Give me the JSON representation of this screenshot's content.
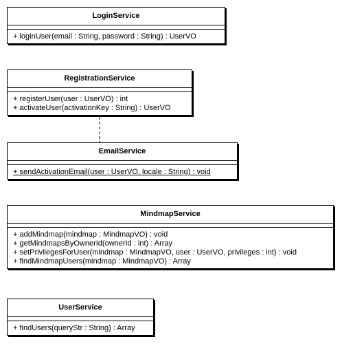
{
  "classes": {
    "login": {
      "name": "LoginService",
      "operations": [
        "+ loginUser(email : String, password : String) : UserVO"
      ]
    },
    "registration": {
      "name": "RegistrationService",
      "operations": [
        "+ registerUser(user : UserVO) : int",
        "+ activateUser(activationKey : String) : UserVO"
      ]
    },
    "email": {
      "name": "EmailService",
      "operations": [
        "+ sendActivationEmail(user : UserVO, locale : String) : void"
      ]
    },
    "mindmap": {
      "name": "MindmapService",
      "operations": [
        "+ addMindmap(mindmap : MindmapVO) : void",
        "+ getMindmapsByOwnerId(ownerId : int) : Array",
        "+ setPrivilegesForUser(mindmap : MindmapVO, user : UserVO, privileges : int) : void",
        "+ findMindmapUsers(mindmap : MindmapVO) : Array"
      ]
    },
    "user": {
      "name": "UserService",
      "operations": [
        "+ findUsers(queryStr : String) : Array"
      ]
    }
  },
  "relationships": [
    {
      "from": "registration",
      "to": "email",
      "type": "dependency"
    }
  ]
}
